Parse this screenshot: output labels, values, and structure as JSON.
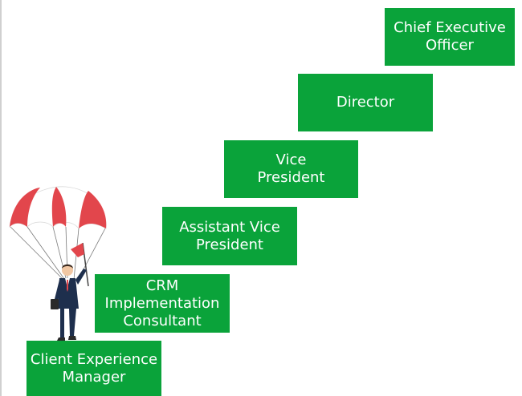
{
  "steps": [
    {
      "id": "ceo",
      "label": "Chief Executive\nOfficer"
    },
    {
      "id": "director",
      "label": "Director"
    },
    {
      "id": "vp",
      "label": "Vice\nPresident"
    },
    {
      "id": "avp",
      "label": "Assistant Vice\nPresident"
    },
    {
      "id": "crm",
      "label": "CRM\nImplementation\nConsultant"
    },
    {
      "id": "cem",
      "label": "Client Experience\nManager"
    }
  ],
  "colors": {
    "step_fill": "#0aa33a",
    "step_text": "#ffffff",
    "canopy_red": "#e2464c",
    "canopy_white": "#ffffff",
    "suit": "#1e2f4d",
    "flag": "#e2464c"
  },
  "illustration": {
    "subject": "businessman-with-parachute-and-flag"
  }
}
